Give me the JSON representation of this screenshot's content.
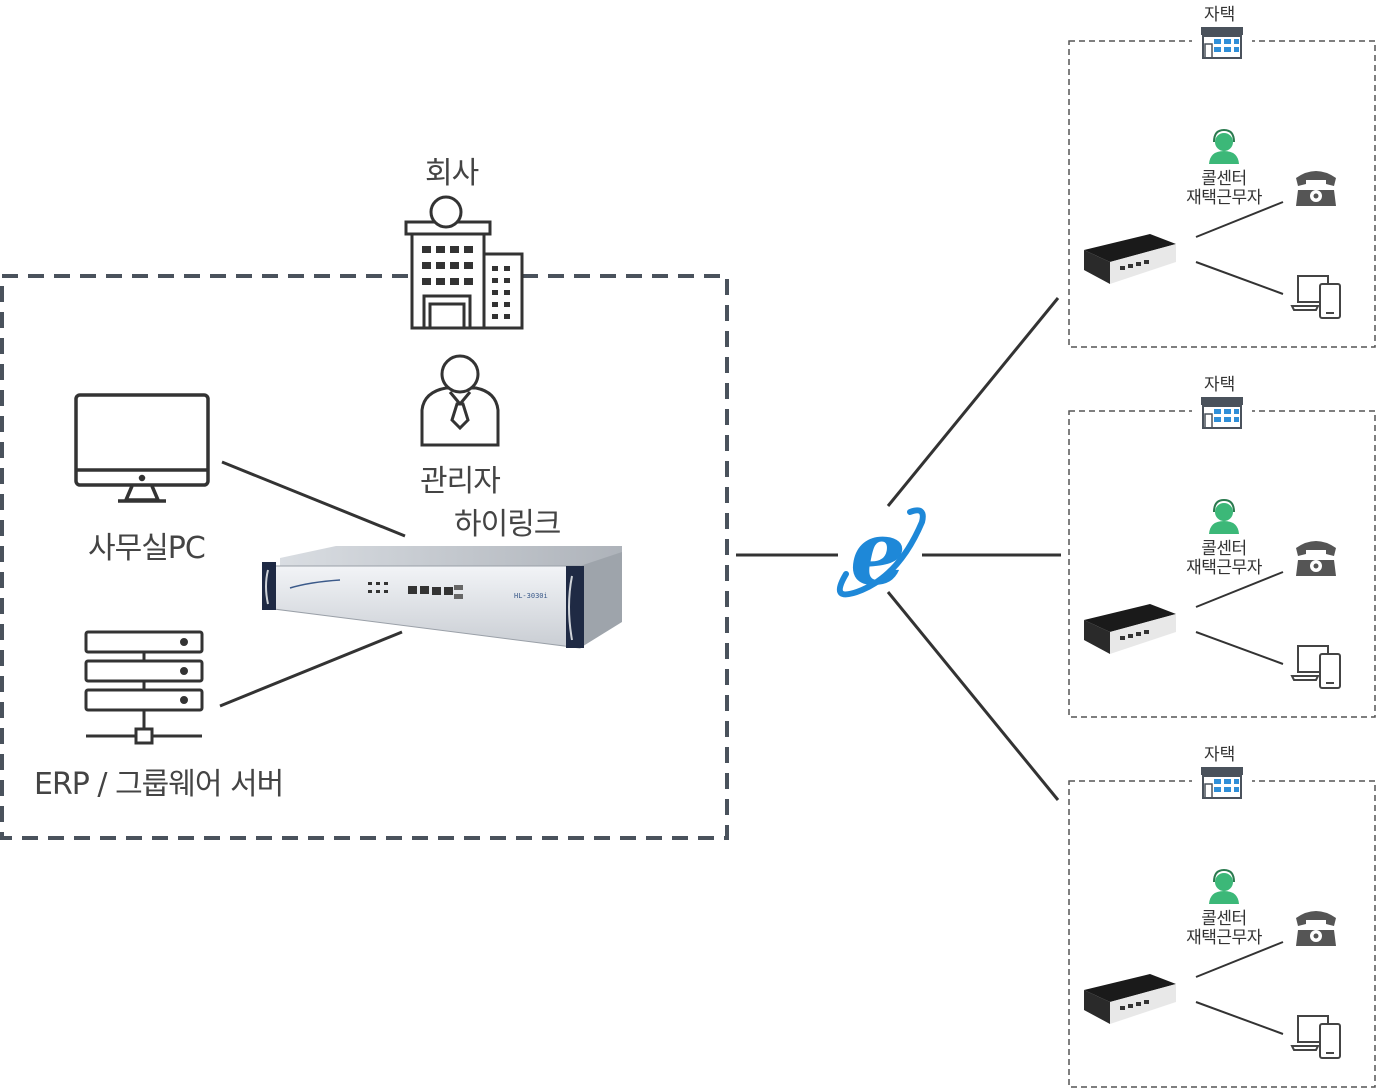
{
  "company": {
    "title": "회사",
    "manager_label": "관리자",
    "device_label": "하이링크",
    "office_pc_label": "사무실PC",
    "server_label": "ERP / 그룹웨어 서버",
    "device_model": "HL-3030i"
  },
  "internet": {
    "icon": "internet-explorer-icon",
    "color": "#1e88d8"
  },
  "homes": [
    {
      "title": "자택",
      "worker_line1": "콜센터",
      "worker_line2": "재택근무자"
    },
    {
      "title": "자택",
      "worker_line1": "콜센터",
      "worker_line2": "재택근무자"
    },
    {
      "title": "자택",
      "worker_line1": "콜센터",
      "worker_line2": "재택근무자"
    }
  ],
  "colors": {
    "dash_border": "#4a525c",
    "worker_green": "#3cb878",
    "line": "#333333"
  }
}
